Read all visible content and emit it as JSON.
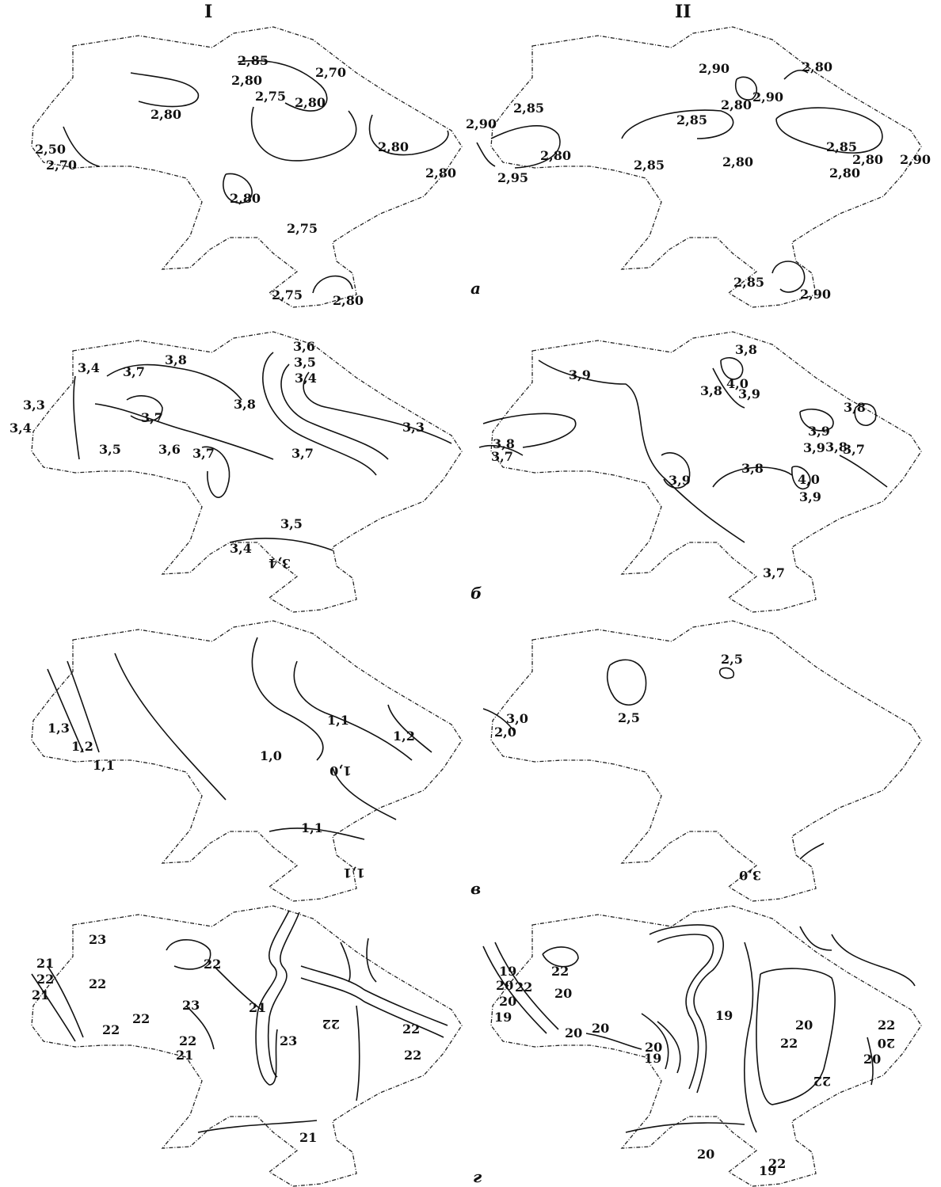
{
  "headers": {
    "left": "I",
    "right": "II"
  },
  "row_labels": {
    "a": "а",
    "b": "б",
    "v": "в",
    "g": "г"
  },
  "panels": {
    "a_I": [
      "2,85",
      "2,70",
      "2,80",
      "2,75",
      "2,80",
      "2,80",
      "2,50",
      "2,70",
      "2,80",
      "2,80",
      "2,80",
      "2,75",
      "2,75",
      "2,80"
    ],
    "a_II": [
      "2,90",
      "2,80",
      "2,90",
      "2,80",
      "2,85",
      "2,85",
      "2,90",
      "2,80",
      "2,95",
      "2,85",
      "2,80",
      "2,85",
      "2,80",
      "2,90",
      "2,80",
      "2,85",
      "2,90"
    ],
    "b_I": [
      "3,6",
      "3,5",
      "3,4",
      "3,4",
      "3,7",
      "3,8",
      "3,8",
      "3,3",
      "3,7",
      "3,4",
      "3,5",
      "3,6",
      "3,7",
      "3,7",
      "3,3",
      "3,5",
      "3,4",
      "3,4"
    ],
    "b_II": [
      "3,8",
      "3,9",
      "4,0",
      "3,8",
      "3,9",
      "3,8",
      "3,9",
      "3,9",
      "3,8",
      "3,8",
      "3,7",
      "3,7",
      "3,9",
      "3,8",
      "4,0",
      "3,9",
      "3,7"
    ],
    "v_I": [
      "1,3",
      "1,2",
      "1,1",
      "1,1",
      "1,2",
      "1,0",
      "1,0",
      "1,1",
      "1,1"
    ],
    "v_II": [
      "2,5",
      "3,0",
      "2,5",
      "2,0",
      "3,0"
    ],
    "g_I": [
      "23",
      "21",
      "22",
      "21",
      "22",
      "22",
      "23",
      "22",
      "21",
      "22",
      "22",
      "22",
      "21",
      "23",
      "22",
      "22",
      "21"
    ],
    "g_II": [
      "19",
      "22",
      "20",
      "20",
      "22",
      "20",
      "19",
      "20",
      "20",
      "20",
      "19",
      "22",
      "19",
      "20",
      "22",
      "20",
      "22",
      "20",
      "22",
      "20",
      "19"
    ]
  }
}
